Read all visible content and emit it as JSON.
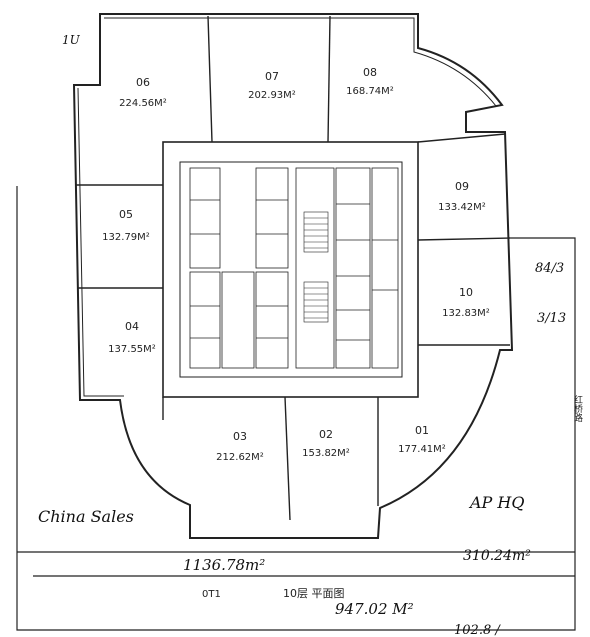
{
  "corner_note": "1U",
  "units": [
    {
      "id": "06",
      "area": "224.56M²"
    },
    {
      "id": "07",
      "area": "202.93M²"
    },
    {
      "id": "08",
      "area": "168.74M²"
    },
    {
      "id": "09",
      "area": "133.42M²"
    },
    {
      "id": "10",
      "area": "132.83M²"
    },
    {
      "id": "05",
      "area": "132.79M²"
    },
    {
      "id": "04",
      "area": "137.55M²"
    },
    {
      "id": "03",
      "area": "212.62M²"
    },
    {
      "id": "02",
      "area": "153.82M²"
    },
    {
      "id": "01",
      "area": "177.41M²"
    }
  ],
  "annotations": {
    "china_sales": "China Sales",
    "ap_hq": "AP HQ",
    "left_total": "1136.78m²",
    "right_total": "310.24m²",
    "grand_total": "947.02 M²",
    "right_note_1": "84/3",
    "right_note_2": "3/13",
    "bottom_right_note": "102.8 /",
    "vertical_text": "红桥路"
  },
  "title_block": {
    "code": "0T1",
    "title": "10层   平面图"
  }
}
